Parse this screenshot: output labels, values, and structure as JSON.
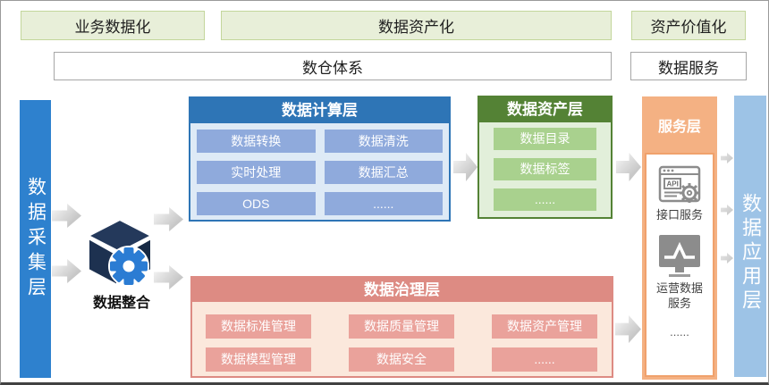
{
  "top_banners": {
    "business": "业务数据化",
    "asset": "数据资产化",
    "value": "资产价值化"
  },
  "sub_banners": {
    "warehouse": "数仓体系",
    "service": "数据服务"
  },
  "left_bar": {
    "label": "数据采集层"
  },
  "right_bar": {
    "label": "数据应用层"
  },
  "integration": {
    "label": "数据整合"
  },
  "compute_layer": {
    "title": "数据计算层",
    "cells": [
      "数据转换",
      "数据清洗",
      "实时处理",
      "数据汇总",
      "ODS",
      "......"
    ]
  },
  "asset_layer": {
    "title": "数据资产层",
    "cells": [
      "数据目录",
      "数据标签",
      "......"
    ]
  },
  "service_layer": {
    "title": "服务层",
    "api_icon_text": "API",
    "items": [
      {
        "icon": "api-icon",
        "label": "接口服务"
      },
      {
        "icon": "monitor-icon",
        "label": "运营数据服务"
      }
    ],
    "more": "......"
  },
  "governance_layer": {
    "title": "数据治理层",
    "cells": [
      "数据标准管理",
      "数据质量管理",
      "数据资产管理",
      "数据模型管理",
      "数据安全",
      "......"
    ]
  },
  "colors": {
    "banner_green_bg": "#e8efd9",
    "banner_green_border": "#c3d69b",
    "left_bar_blue": "#2e81ce",
    "right_bar_blue": "#9dc3e6",
    "compute_primary": "#2e75b6",
    "compute_body_bg": "#deeaf6",
    "compute_cell": "#8faadc",
    "asset_primary": "#548235",
    "asset_body_bg": "#e2efda",
    "asset_cell": "#a9d18e",
    "service_orange": "#f4b183",
    "governance_primary": "#dd8b83",
    "governance_body_bg": "#fbe8dc",
    "governance_cell": "#eaa29b",
    "cube_navy": "#1d3150",
    "gear_blue": "#2b7cd3",
    "icon_gray": "#8c8c8c"
  }
}
